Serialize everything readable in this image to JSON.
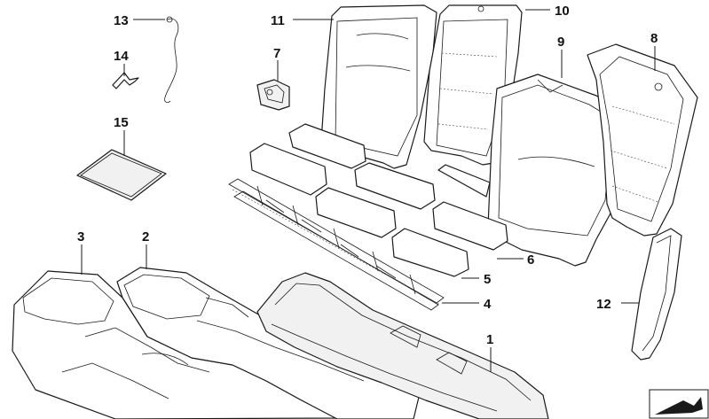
{
  "callouts": {
    "c1": "1",
    "c2": "2",
    "c3": "3",
    "c4": "4",
    "c5": "5",
    "c6": "6",
    "c7": "7",
    "c8": "8",
    "c9": "9",
    "c10": "10",
    "c11": "11",
    "c12": "12",
    "c13": "13",
    "c14": "14",
    "c15": "15"
  },
  "colors": {
    "line": "#1a1a1a",
    "background": "#ffffff",
    "fill": "#f1f1f1"
  },
  "icons": {
    "corner": "arrow-badge-icon"
  }
}
